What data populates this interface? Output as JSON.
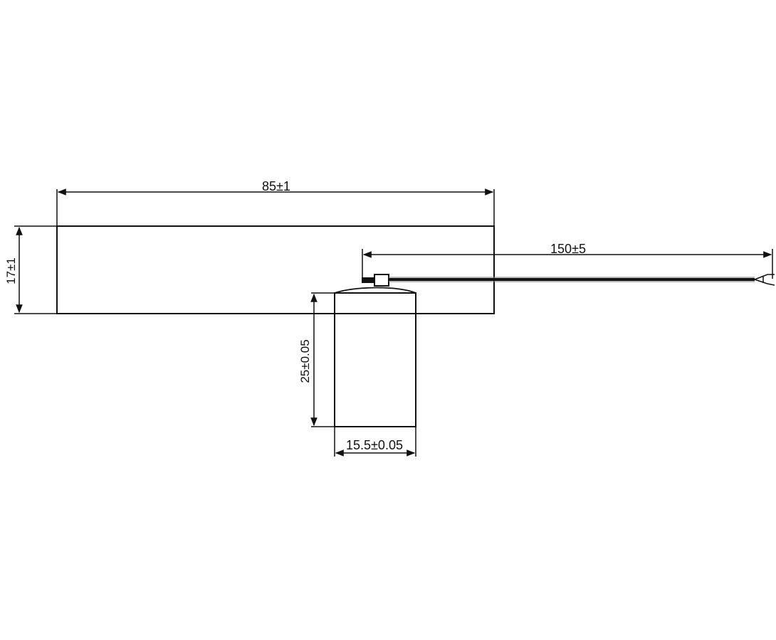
{
  "dimensions": {
    "length": "85±1",
    "width": "17±1",
    "cable_length": "150±5",
    "body_height": "25±0.05",
    "body_width": "15.5±0.05"
  },
  "colors": {
    "line": "#111111",
    "background": "#ffffff"
  }
}
